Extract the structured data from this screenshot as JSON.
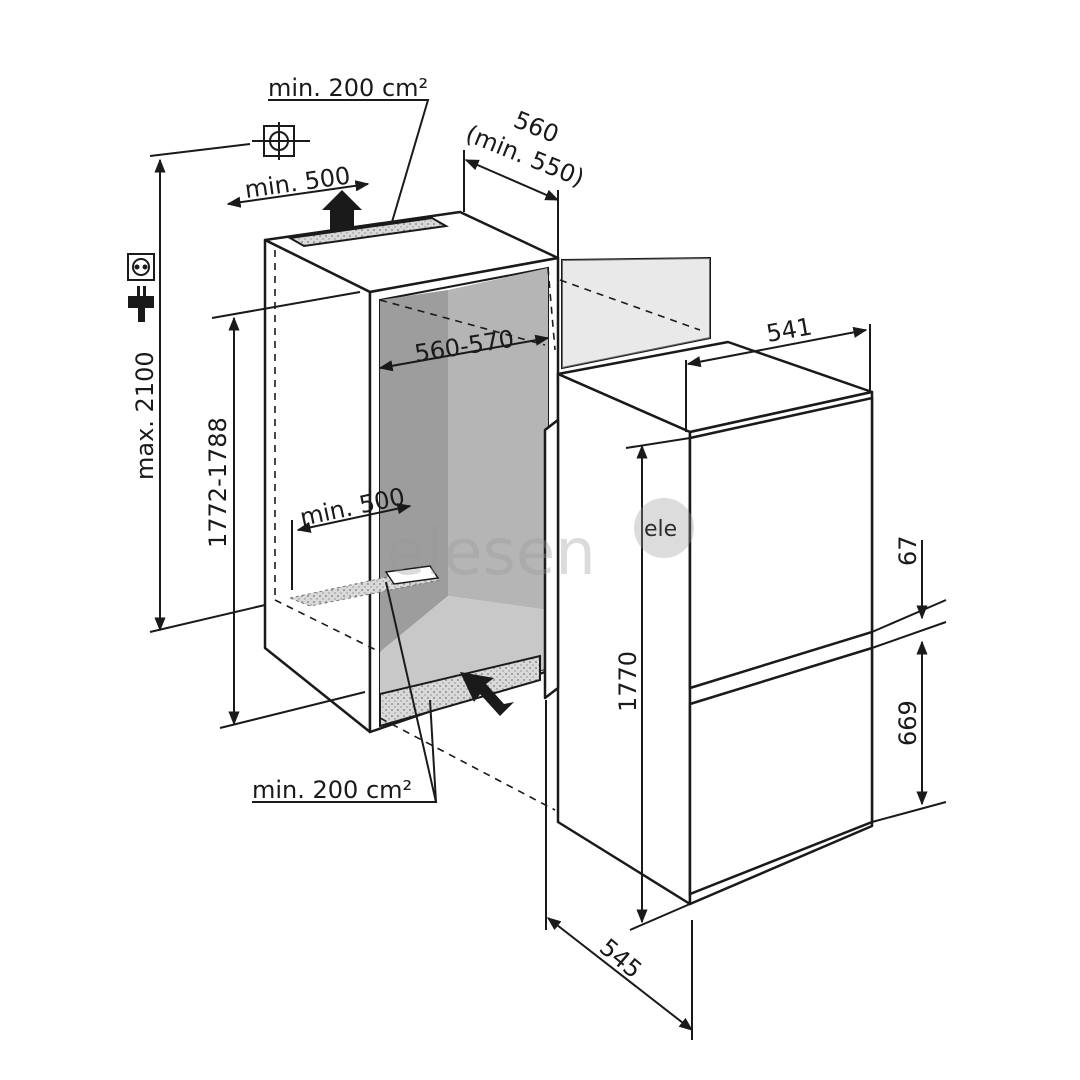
{
  "labels": {
    "top_vent_area": "min. 200 cm²",
    "top_vent_width": "min. 500",
    "niche_width": "560",
    "niche_width_min": "(min. 550)",
    "max_height": "max. 2100",
    "niche_height": "1772-1788",
    "niche_depth": "560-570",
    "bottom_vent_width": "min. 500",
    "bottom_vent_area": "min. 200 cm²",
    "appliance_depth_top": "541",
    "appliance_height": "1770",
    "door_gap": "67",
    "lower_door_height": "669",
    "appliance_depth_bottom": "545"
  },
  "watermark": {
    "text": "elesen",
    "badge": "ele"
  },
  "colors": {
    "line": "#1a1a1a",
    "niche_shadow": "#b5b5b5",
    "niche_floor": "#c8c8c8",
    "vent_fill": "#d6d6d6",
    "watermark": "#9a9a9a"
  },
  "icons": [
    "ceiling-light-icon",
    "power-socket-icon",
    "power-plug-icon",
    "airflow-arrow-icon"
  ]
}
